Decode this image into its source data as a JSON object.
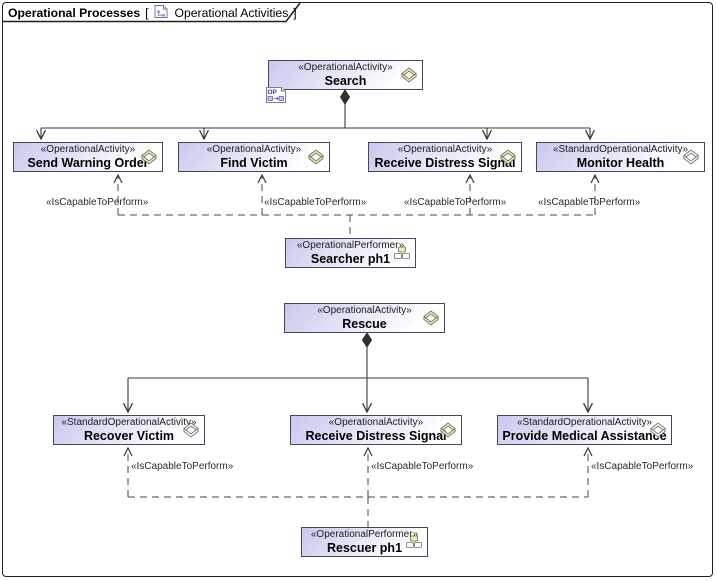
{
  "header": {
    "title": "Operational Processes",
    "separator_open": "[",
    "diagram_name": "Operational Activities",
    "separator_close": "]"
  },
  "icons": {
    "subdiagram_text": "OP"
  },
  "edges": {
    "is_capable_label": "«IsCapableToPerform»"
  },
  "nodes": {
    "search": {
      "stereotype": "«OperationalActivity»",
      "name": "Search"
    },
    "send_warning_order": {
      "stereotype": "«OperationalActivity»",
      "name": "Send Warning Order"
    },
    "find_victim": {
      "stereotype": "«OperationalActivity»",
      "name": "Find Victim"
    },
    "receive_distress_signal_top": {
      "stereotype": "«OperationalActivity»",
      "name": "Receive Distress Signal"
    },
    "monitor_health": {
      "stereotype": "«StandardOperationalActivity»",
      "name": "Monitor Health"
    },
    "searcher": {
      "stereotype": "«OperationalPerformer»",
      "name": "Searcher ph1"
    },
    "rescue": {
      "stereotype": "«OperationalActivity»",
      "name": "Rescue"
    },
    "recover_victim": {
      "stereotype": "«StandardOperationalActivity»",
      "name": "Recover Victim"
    },
    "receive_distress_signal_bottom": {
      "stereotype": "«OperationalActivity»",
      "name": "Receive Distress Signal"
    },
    "provide_medical_assistance": {
      "stereotype": "«StandardOperationalActivity»",
      "name": "Provide Medical Assistance"
    },
    "rescuer": {
      "stereotype": "«OperationalPerformer»",
      "name": "Rescuer ph1"
    }
  },
  "colors": {
    "node_fill_start": "#c8c8ee",
    "node_fill_end": "#ffffff",
    "node_border": "#45455f",
    "icon_yellow": "#f2eda2",
    "line": "#3a3a3a"
  }
}
